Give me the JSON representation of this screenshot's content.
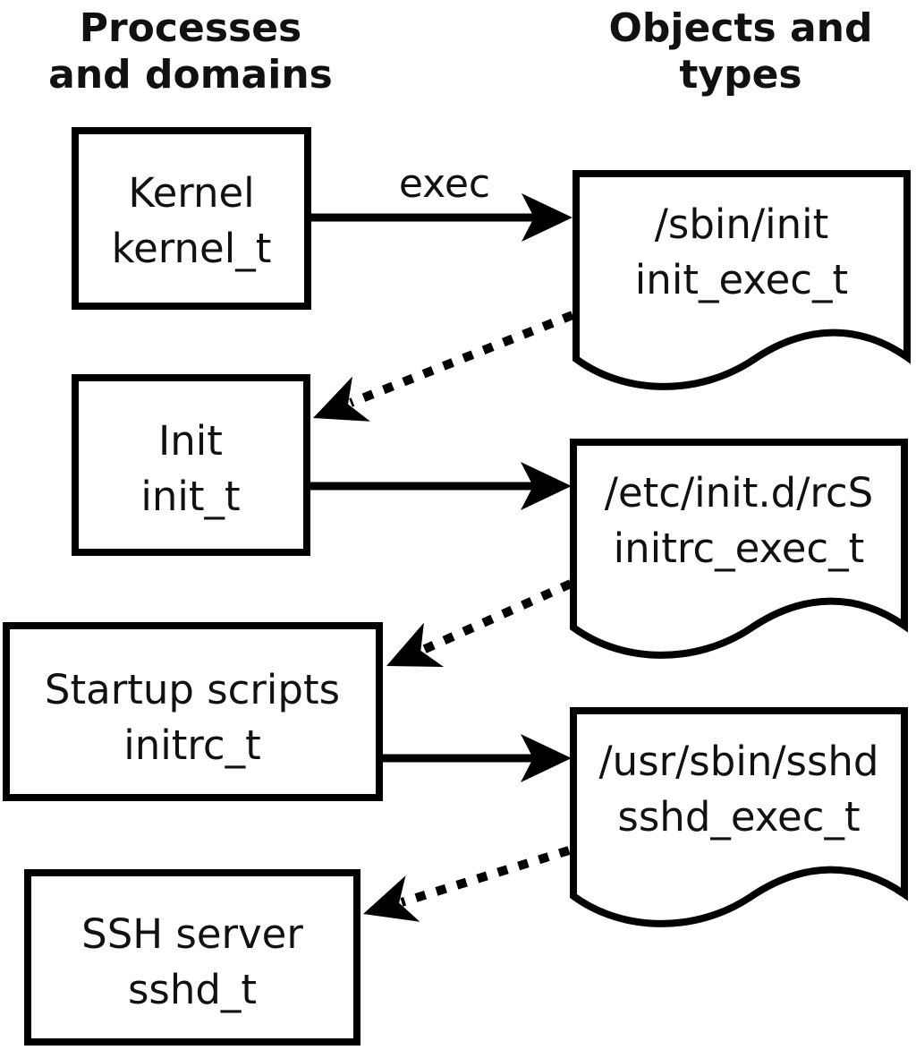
{
  "diagram": {
    "title_meaning": "SELinux domain transitions at system start-up",
    "headers": {
      "left": {
        "line1": "Processes",
        "line2": "and domains"
      },
      "right": {
        "line1": "Objects and",
        "line2": "types"
      }
    },
    "labels": {
      "exec": "exec"
    },
    "processes": [
      {
        "name": "Kernel",
        "type": "kernel_t"
      },
      {
        "name": "Init",
        "type": "init_t"
      },
      {
        "name": "Startup scripts",
        "type": "initrc_t"
      },
      {
        "name": "SSH server",
        "type": "sshd_t"
      }
    ],
    "objects": [
      {
        "path": "/sbin/init",
        "type": "init_exec_t"
      },
      {
        "path": "/etc/init.d/rcS",
        "type": "initrc_exec_t"
      },
      {
        "path": "/usr/sbin/sshd",
        "type": "sshd_exec_t"
      }
    ],
    "colors": {
      "foreground": "#000000",
      "background": "#ffffff"
    }
  }
}
